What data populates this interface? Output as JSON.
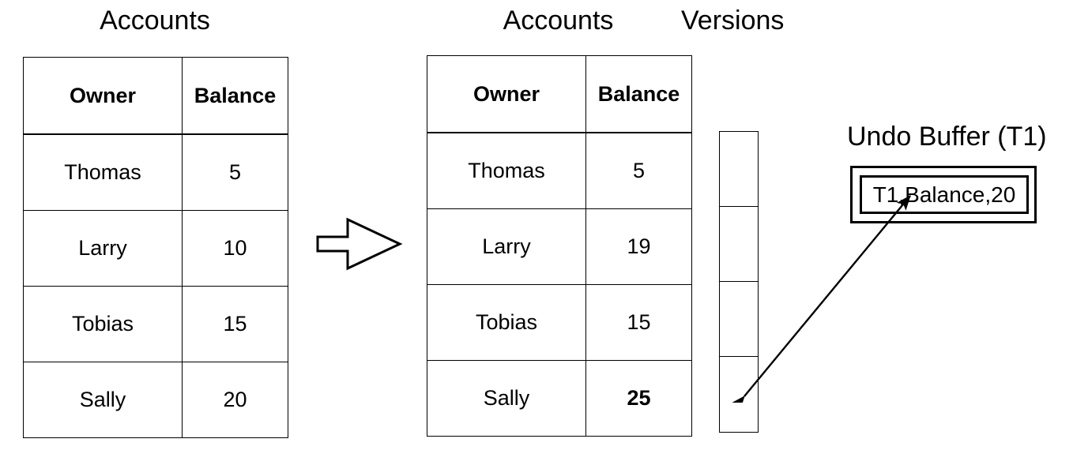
{
  "diagram": {
    "before": {
      "title": "Accounts",
      "columns": [
        "Owner",
        "Balance"
      ],
      "rows": [
        {
          "owner": "Thomas",
          "balance": "5"
        },
        {
          "owner": "Larry",
          "balance": "10"
        },
        {
          "owner": "Tobias",
          "balance": "15"
        },
        {
          "owner": "Sally",
          "balance": "20"
        }
      ]
    },
    "after": {
      "title": "Accounts",
      "columns": [
        "Owner",
        "Balance"
      ],
      "rows": [
        {
          "owner": "Thomas",
          "balance": "5",
          "highlight": false
        },
        {
          "owner": "Larry",
          "balance": "19",
          "highlight": false
        },
        {
          "owner": "Tobias",
          "balance": "15",
          "highlight": false
        },
        {
          "owner": "Sally",
          "balance": "25",
          "highlight": true
        }
      ]
    },
    "versions": {
      "title": "Versions",
      "cells": [
        "",
        "",
        "",
        ""
      ]
    },
    "undo_buffer": {
      "title": "Undo Buffer (T1)",
      "record": "T1,Balance,20"
    },
    "transition_arrow": "block-arrow-right",
    "connector_arrow": "double-headed-arrow",
    "colors": {
      "stroke": "#000000",
      "fill": "#ffffff",
      "text": "#000000"
    }
  }
}
